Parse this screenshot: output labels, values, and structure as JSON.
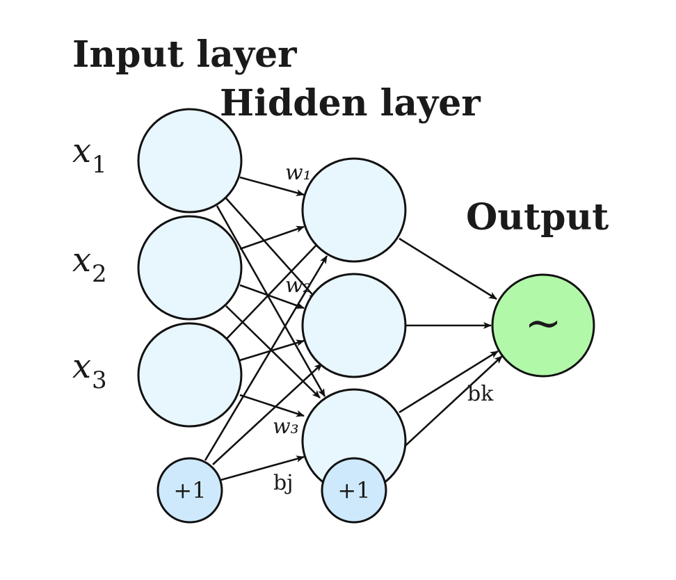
{
  "labels": {
    "input_layer": "Input layer",
    "hidden_layer": "Hidden layer",
    "output": "Output"
  },
  "inputs": [
    {
      "var": "x",
      "sub": "1"
    },
    {
      "var": "x",
      "sub": "2"
    },
    {
      "var": "x",
      "sub": "3"
    }
  ],
  "bias": {
    "input_bias_label": "+1",
    "hidden_bias_label": "+1"
  },
  "weights": {
    "w1": "w₁",
    "w2": "w₂",
    "w3": "w₃",
    "bj": "bj",
    "bk": "bk"
  },
  "output_node": {
    "symbol": "~"
  },
  "colors": {
    "node_fill": "#e8f6fd",
    "bias_fill": "#cde9fb",
    "output_fill": "#b1f8a9",
    "stroke": "#111111"
  }
}
